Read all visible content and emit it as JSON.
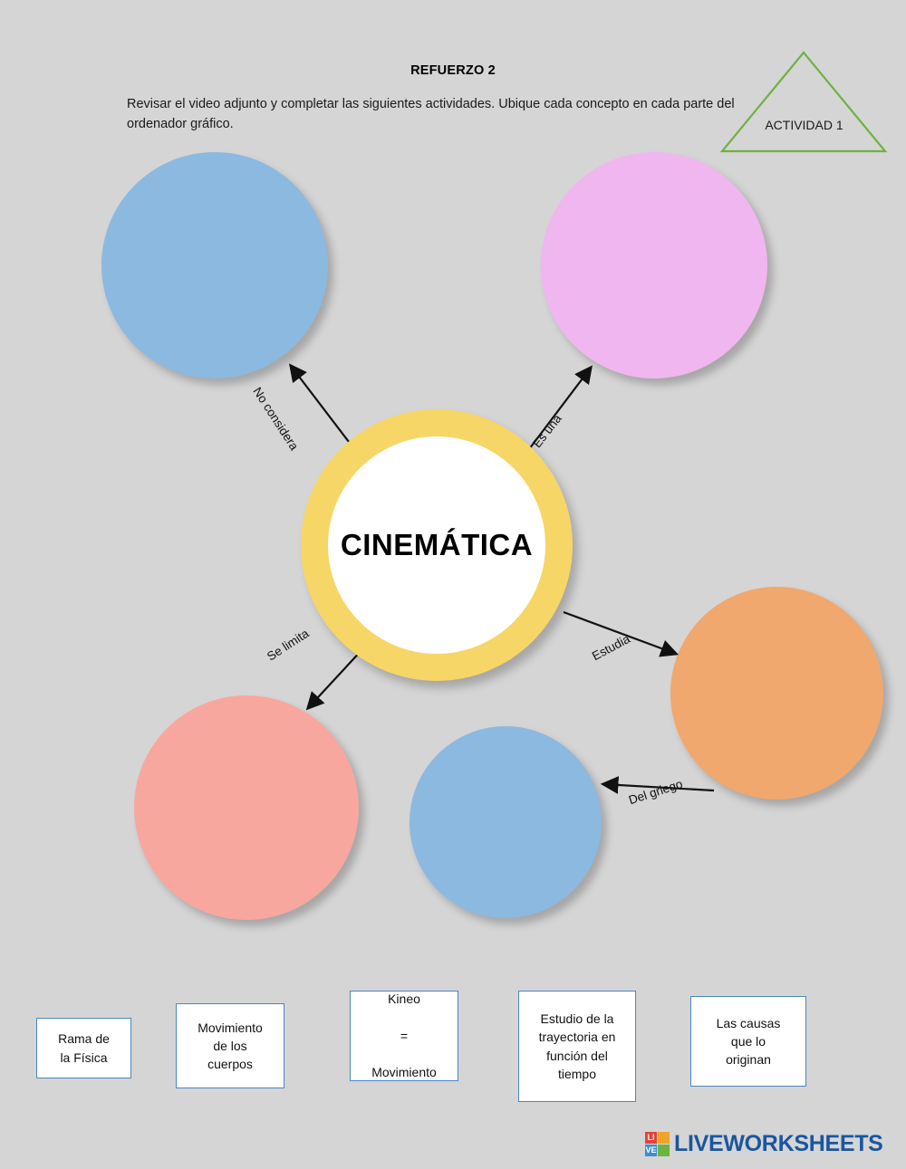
{
  "header": {
    "title": "REFUERZO 2",
    "instructions": "Revisar el video adjunto y completar las siguientes actividades. Ubique cada concepto en cada parte del ordenador gráfico.",
    "activity_badge": "ACTIVIDAD 1"
  },
  "diagram": {
    "center_label": "CINEMÁTICA",
    "nodes": [
      {
        "name": "top-left-blank",
        "color": "#8cb9e0",
        "label": ""
      },
      {
        "name": "top-right-blank",
        "color": "#f0b6ef",
        "label": ""
      },
      {
        "name": "right-blank",
        "color": "#f0a86e",
        "label": ""
      },
      {
        "name": "bottom-left-blank",
        "color": "#f8a79e",
        "label": ""
      },
      {
        "name": "bottom-center-blank",
        "color": "#8cb9e0",
        "label": ""
      }
    ],
    "edges": [
      {
        "label": "No considera",
        "from": "center",
        "to": "top-left-blank"
      },
      {
        "label": "Es una",
        "from": "center",
        "to": "top-right-blank"
      },
      {
        "label": "Estudia",
        "from": "center",
        "to": "right-blank"
      },
      {
        "label": "Se limita",
        "from": "center",
        "to": "bottom-left-blank"
      },
      {
        "label": "Del griego",
        "from": "right-blank",
        "to": "bottom-center-blank"
      }
    ],
    "ring_color": "#f6d666",
    "center_fill": "#ffffff"
  },
  "answer_boxes": [
    {
      "id": "box-1",
      "line1": "Rama de",
      "line2": "la Física"
    },
    {
      "id": "box-2",
      "line1": "Movimiento",
      "line2": "de los",
      "line3": "cuerpos"
    },
    {
      "id": "box-3",
      "line1": "Kineo",
      "line2": "=",
      "line3": "Movimiento"
    },
    {
      "id": "box-4",
      "line1": "Estudio de la",
      "line2": "trayectoria en",
      "line3": "función del",
      "line4": "tiempo"
    },
    {
      "id": "box-5",
      "line1": "Las causas",
      "line2": "que lo",
      "line3": "originan"
    }
  ],
  "footer": {
    "logo_letters": [
      "LI",
      "VE",
      "",
      ""
    ],
    "logo_cells": [
      "LI",
      "VE",
      "",
      ""
    ],
    "brand": "LIVEWORKSHEETS"
  }
}
